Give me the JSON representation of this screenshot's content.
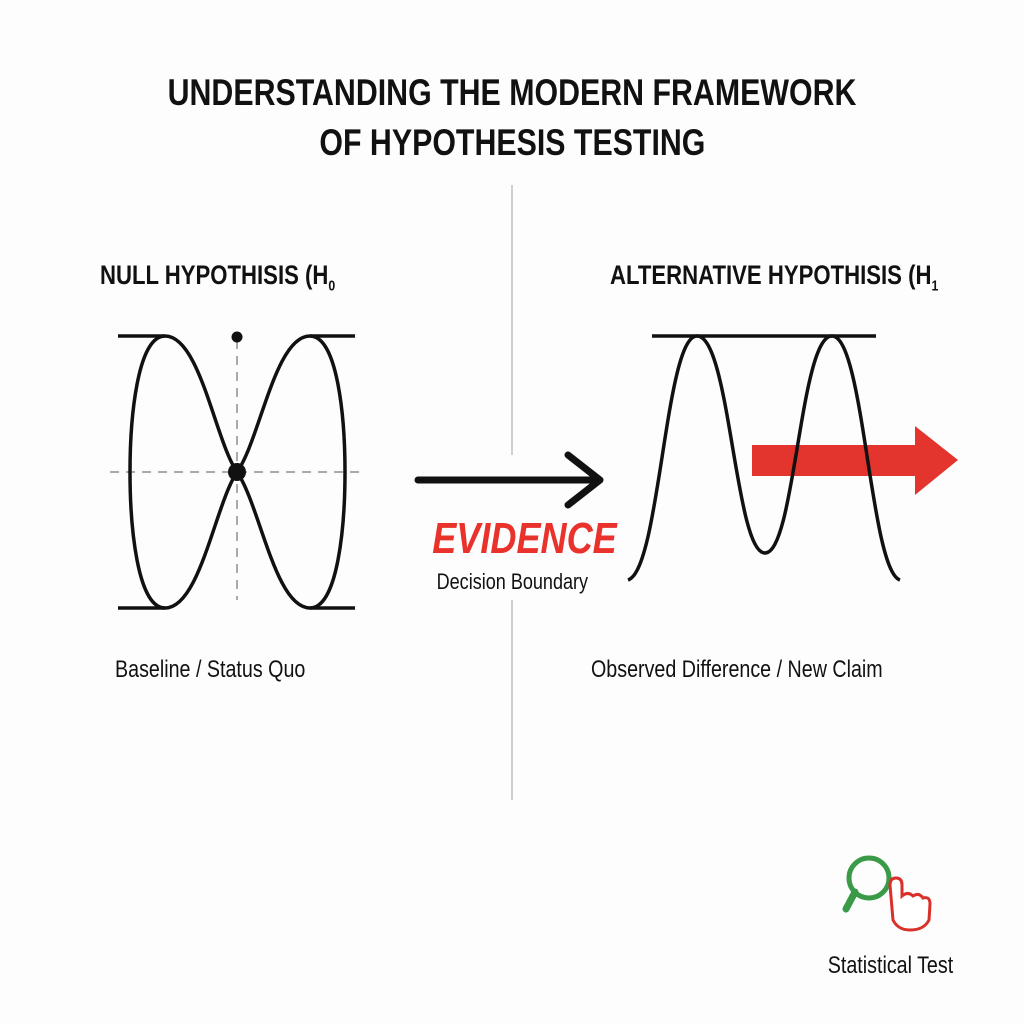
{
  "title": {
    "line1": "UNDERSTANDING THE MODERN FRAMEWORK",
    "line2": "OF HYPOTHESIS TESTING"
  },
  "null_panel": {
    "heading": "NULL HYPOTHISIS (H",
    "subscript": "0",
    "caption": "Baseline / Status Quo"
  },
  "alt_panel": {
    "heading": "ALTERNATIVE HYPOTHISIS (H",
    "subscript": "1",
    "caption": "Observed Difference / New Claim"
  },
  "center": {
    "evidence": "EVIDENCE",
    "boundary": "Decision Boundary"
  },
  "tool": {
    "label": "Statistical Test",
    "icon": "magnifier-pointer-icon"
  },
  "colors": {
    "accent": "#e8322b",
    "green": "#3a9a48",
    "line": "#111111",
    "divider": "#cccccc"
  }
}
